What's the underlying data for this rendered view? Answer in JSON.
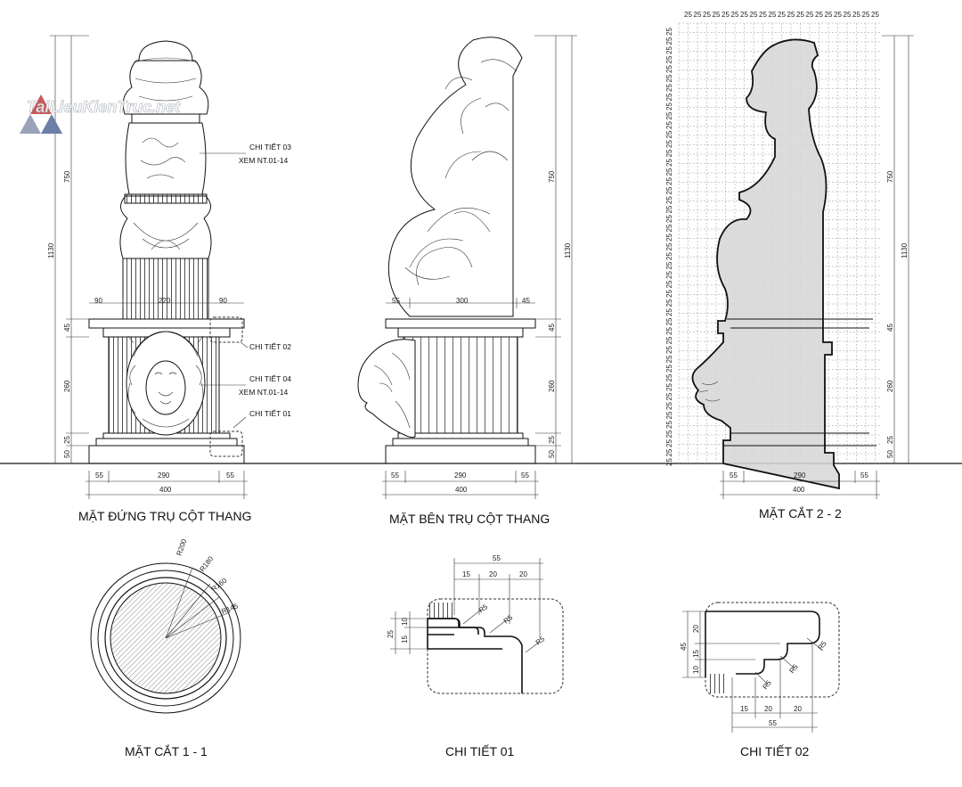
{
  "watermark": "TaiLieuKienTruc.net",
  "views": {
    "front": {
      "title": "MẶT ĐỨNG TRỤ CỘT THANG",
      "dims_bottom": [
        "55",
        "290",
        "55"
      ],
      "dim_total": "400",
      "dims_top": [
        "90",
        "220",
        "90"
      ],
      "dims_left": [
        "1130",
        "750",
        "45",
        "260",
        "25",
        "50"
      ],
      "notes": [
        "CHI TIẾT 03",
        "XEM NT.01-14",
        "CHI TIẾT 02",
        "CHI TIẾT 04",
        "XEM NT.01-14",
        "CHI TIẾT 01"
      ]
    },
    "side": {
      "title": "MẶT BÊN TRỤ CỘT THANG",
      "dims_bottom": [
        "55",
        "290",
        "55"
      ],
      "dim_total": "400",
      "dims_top": [
        "55",
        "300",
        "45"
      ],
      "dims_right": [
        "750",
        "1130",
        "45",
        "260",
        "25",
        "50"
      ]
    },
    "section22": {
      "title": "MẶT CẮT 2 - 2",
      "grid_label": "25",
      "dims_bottom": [
        "55",
        "290",
        "55"
      ],
      "dim_total": "400",
      "dims_right": [
        "750",
        "1130",
        "45",
        "260",
        "25",
        "50"
      ]
    },
    "section11": {
      "title": "MẶT CẮT 1 - 1",
      "radii": [
        "R200",
        "R180",
        "R160",
        "R145"
      ]
    },
    "detail01": {
      "title": "CHI TIẾT 01",
      "dims_top": [
        "55",
        "15",
        "20",
        "20"
      ],
      "dims_left": [
        "25",
        "10",
        "15"
      ],
      "radii": [
        "R5",
        "R5",
        "R5"
      ]
    },
    "detail02": {
      "title": "CHI TIẾT 02",
      "dims_bottom": [
        "15",
        "20",
        "20",
        "55"
      ],
      "dims_left": [
        "45",
        "20",
        "15",
        "10"
      ],
      "radii": [
        "R5",
        "R5",
        "R5"
      ]
    }
  }
}
